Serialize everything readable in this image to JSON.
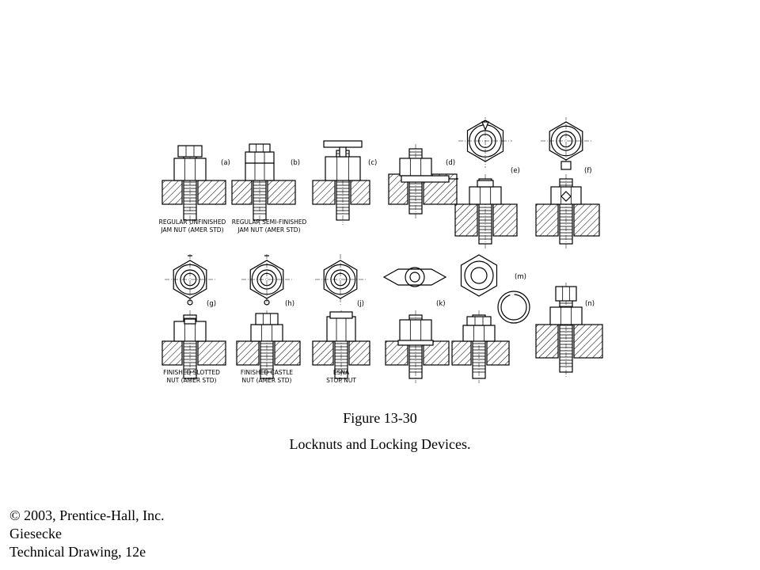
{
  "figure": {
    "number": "Figure 13-30",
    "title": "Locknuts and Locking Devices.",
    "items": [
      {
        "tag": "(a)",
        "caption": [
          "REGULAR UNFINISHED",
          "JAM NUT (AMER STD)"
        ]
      },
      {
        "tag": "(b)",
        "caption": [
          "REGULAR SEMI-FINISHED",
          "JAM NUT (AMER STD)"
        ]
      },
      {
        "tag": "(c)",
        "caption": []
      },
      {
        "tag": "(d)",
        "caption": []
      },
      {
        "tag": "(e)",
        "caption": []
      },
      {
        "tag": "(f)",
        "caption": []
      },
      {
        "tag": "(g)",
        "caption": [
          "FINISHED SLOTTED",
          "NUT (AMER STD)"
        ]
      },
      {
        "tag": "(h)",
        "caption": [
          "FINISHED CASTLE",
          "NUT (AMER STD)"
        ]
      },
      {
        "tag": "(j)",
        "caption": [
          "ESNA",
          "STOP NUT"
        ]
      },
      {
        "tag": "(k)",
        "caption": []
      },
      {
        "tag": "(m)",
        "caption": []
      },
      {
        "tag": "(n)",
        "caption": []
      }
    ]
  },
  "credits": [
    "© 2003, Prentice-Hall, Inc.",
    "Giesecke",
    "Technical Drawing, 12e"
  ]
}
